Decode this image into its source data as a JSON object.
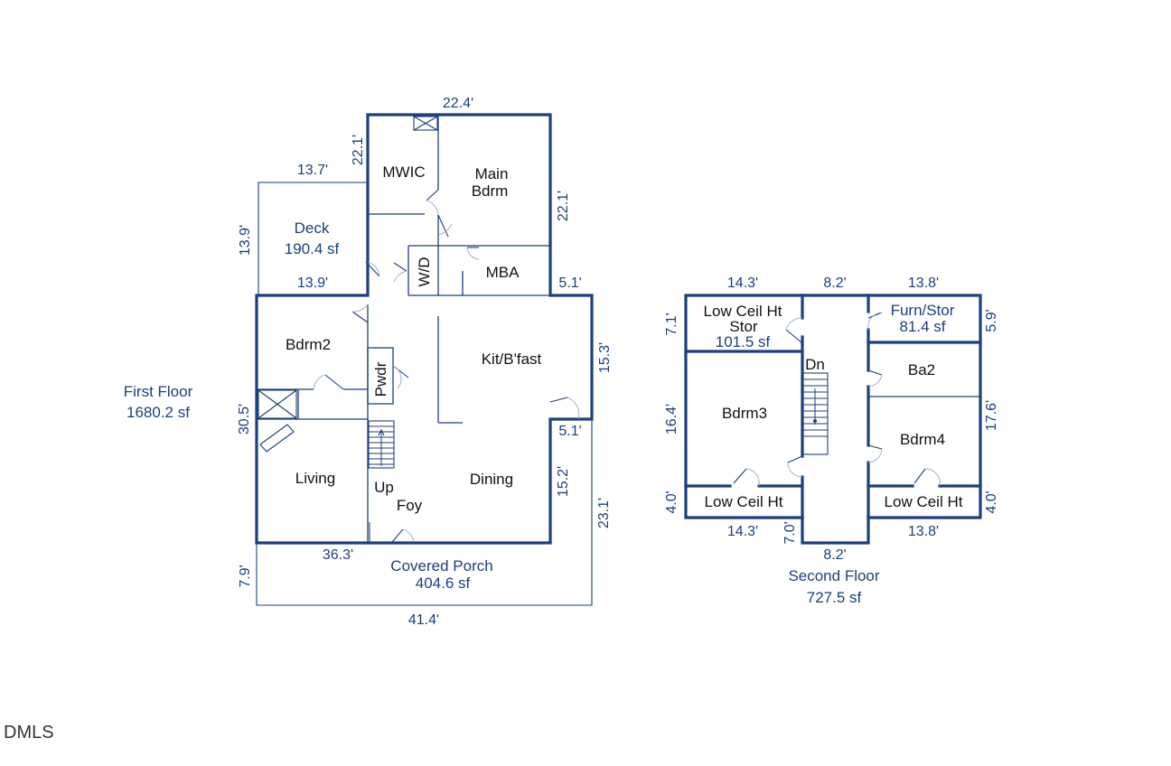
{
  "first_floor": {
    "label": "First Floor",
    "area": "1680.2 sf",
    "rooms": {
      "mwic": "MWIC",
      "main_bdrm_1": "Main",
      "main_bdrm_2": "Bdrm",
      "mba": "MBA",
      "wd": "W/D",
      "deck": "Deck",
      "deck_area": "190.4 sf",
      "bdrm2": "Bdrm2",
      "pwdr": "Pwdr",
      "kit": "Kit/B'fast",
      "living": "Living",
      "up": "Up",
      "foy": "Foy",
      "dining": "Dining",
      "porch": "Covered Porch",
      "porch_area": "404.6 sf"
    },
    "dims": {
      "top": "22.4'",
      "mwic_left": "22.1'",
      "main_right": "22.1'",
      "deck_top": "13.7'",
      "deck_left": "13.9'",
      "deck_bottom": "13.9'",
      "mba_right": "5.1'",
      "kit_right": "15.3'",
      "jog": "5.1'",
      "left": "30.5'",
      "dining_right": "15.2'",
      "porch_right": "23.1'",
      "porch_top": "36.3'",
      "porch_left": "7.9'",
      "bottom": "41.4'"
    }
  },
  "second_floor": {
    "label": "Second Floor",
    "area": "727.5 sf",
    "rooms": {
      "lowceil_stor_1": "Low Ceil Ht",
      "lowceil_stor_2": "Stor",
      "lowceil_stor_area": "101.5 sf",
      "furn_stor": "Furn/Stor",
      "furn_stor_area": "81.4 sf",
      "dn": "Dn",
      "ba2": "Ba2",
      "bdrm3": "Bdrm3",
      "bdrm4": "Bdrm4",
      "lowceil_left": "Low Ceil Ht",
      "lowceil_right": "Low Ceil Ht"
    },
    "dims": {
      "top_left": "14.3'",
      "top_mid": "8.2'",
      "top_right": "13.8'",
      "left_top": "7.1'",
      "left_mid": "16.4'",
      "left_bot": "4.0'",
      "right_top": "5.9'",
      "right_mid": "17.6'",
      "right_bot": "4.0'",
      "bot_left": "14.3'",
      "bot_mid_v": "7.0'",
      "bot_mid": "8.2'",
      "bot_right": "13.8'"
    }
  },
  "watermark": "DMLS",
  "colors": {
    "wall": "#1c3f7d",
    "dimension_text": "#1c3f7d",
    "room_text": "#111111"
  }
}
